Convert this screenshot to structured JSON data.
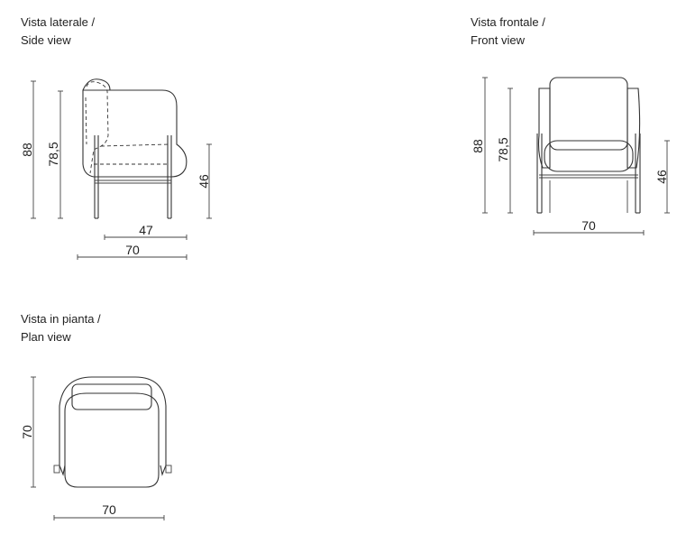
{
  "side_view": {
    "caption_line1": "Vista laterale /",
    "caption_line2": "Side view",
    "dims": {
      "total_height": "88",
      "back_height": "78,5",
      "seat_height": "46",
      "seat_depth": "47",
      "depth": "70"
    }
  },
  "front_view": {
    "caption_line1": "Vista frontale /",
    "caption_line2": "Front view",
    "dims": {
      "total_height": "88",
      "back_height": "78,5",
      "seat_height": "46",
      "width": "70"
    }
  },
  "plan_view": {
    "caption_line1": "Vista in pianta /",
    "caption_line2": "Plan view",
    "dims": {
      "depth": "70",
      "width": "70"
    }
  }
}
